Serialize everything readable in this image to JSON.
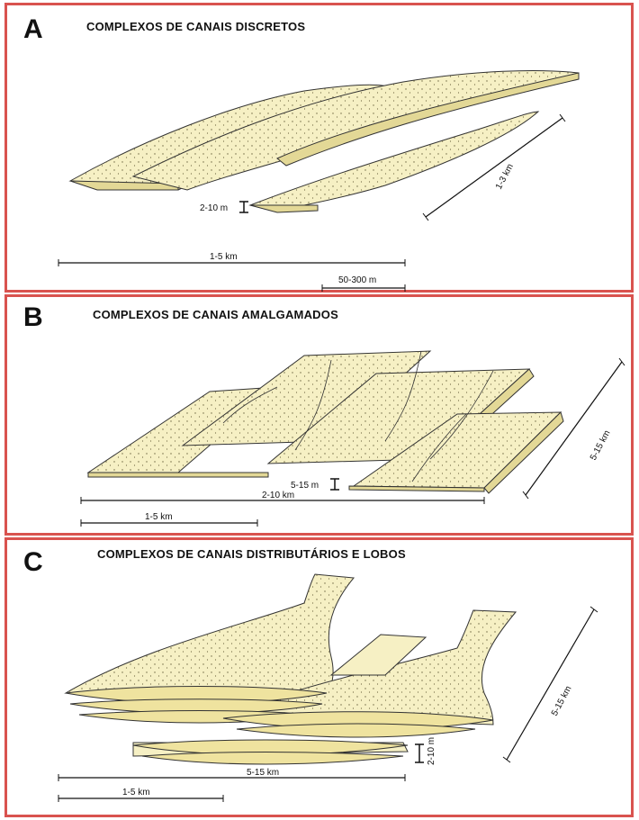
{
  "panels": [
    {
      "letter": "A",
      "title": "COMPLEXOS DE CANAIS DISCRETOS",
      "labels": {
        "thickness": "2-10 m",
        "width_total": "1-5 km",
        "channel_width": "50-300 m",
        "length": "1-3 km"
      }
    },
    {
      "letter": "B",
      "title": "COMPLEXOS DE CANAIS AMALGAMADOS",
      "labels": {
        "thickness": "5-15 m",
        "width_total": "2-10 km",
        "width_sub": "1-5 km",
        "length": "5-15 km"
      }
    },
    {
      "letter": "C",
      "title": "COMPLEXOS DE CANAIS DISTRIBUTÁRIOS E LOBOS",
      "labels": {
        "thickness": "2-10 m",
        "width_total": "5-15 km",
        "width_sub": "1-5 km",
        "length": "5-15 km"
      }
    }
  ],
  "colors": {
    "frame": "#d9534f",
    "sand_fill": "#f6f0c4",
    "sand_edge": "#e3d896",
    "outline": "#333333"
  }
}
